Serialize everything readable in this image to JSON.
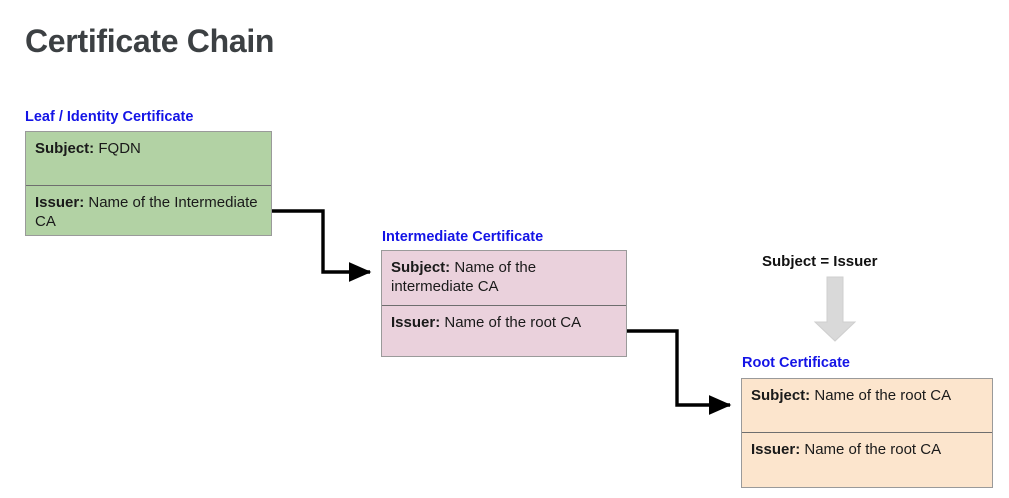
{
  "page": {
    "title": "Certificate Chain",
    "background": "#ffffff",
    "title_color": "#3c4043"
  },
  "colors": {
    "label_blue": "#1414e6",
    "leaf_fill": "#b2d2a4",
    "intermediate_fill": "#ead1dc",
    "root_fill": "#fce5cd",
    "box_border": "#9a9a9a",
    "connector": "#000000",
    "equal_arrow": "#d9d9d9",
    "text": "#1a1a1a"
  },
  "certificates": [
    {
      "id": "leaf",
      "label": "Leaf / Identity Certificate",
      "fill": "#b2d2a4",
      "rows": [
        {
          "key": "Subject:",
          "value": "FQDN"
        },
        {
          "key": "Issuer:",
          "value": "Name of the Intermediate CA"
        }
      ]
    },
    {
      "id": "intermediate",
      "label": "Intermediate Certificate",
      "fill": "#ead1dc",
      "rows": [
        {
          "key": "Subject:",
          "value": "Name of the intermediate CA"
        },
        {
          "key": "Issuer:",
          "value": "Name of the root CA"
        }
      ]
    },
    {
      "id": "root",
      "label": "Root Certificate",
      "fill": "#fce5cd",
      "rows": [
        {
          "key": "Subject:",
          "value": "Name of the root CA"
        },
        {
          "key": "Issuer:",
          "value": "Name of the root CA"
        }
      ]
    }
  ],
  "annotations": {
    "self_signed_note": "Subject = Issuer"
  },
  "connectors": [
    {
      "id": "leaf-to-intermediate",
      "from": "leaf.issuer",
      "to": "intermediate.subject"
    },
    {
      "id": "intermediate-to-root",
      "from": "intermediate.issuer",
      "to": "root.subject"
    }
  ]
}
